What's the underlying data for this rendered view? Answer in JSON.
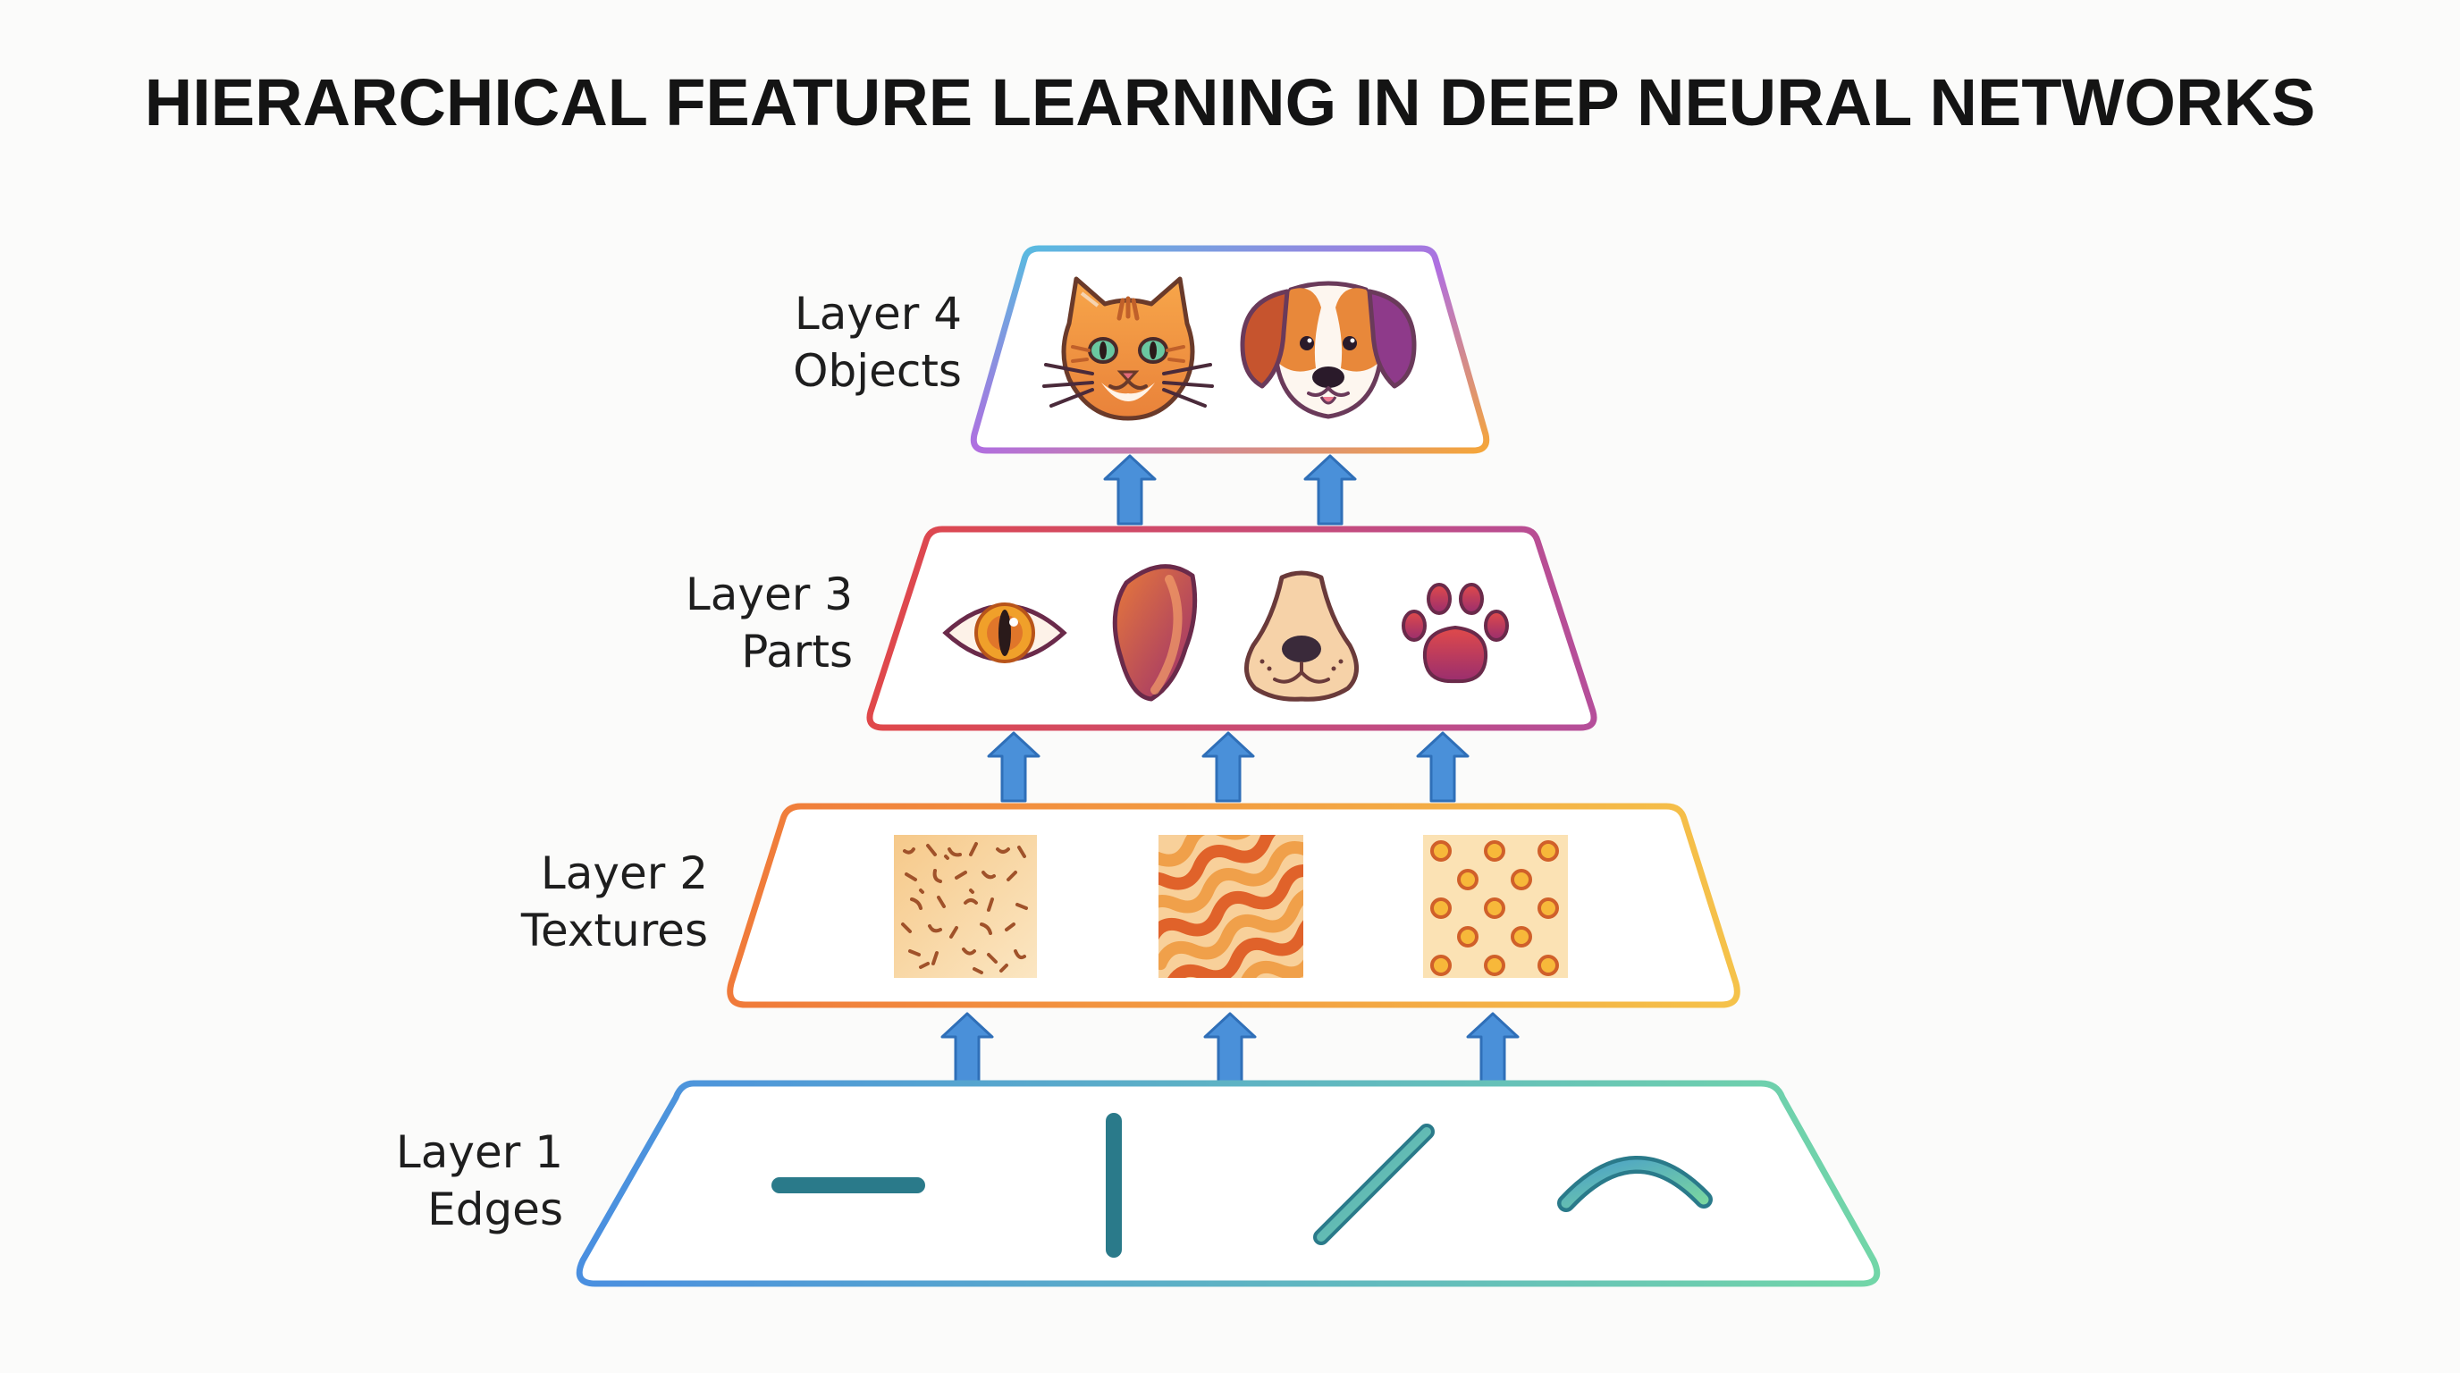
{
  "title": "HIERARCHICAL FEATURE LEARNING IN DEEP NEURAL NETWORKS",
  "layers": [
    {
      "label_line1": "Layer 4",
      "label_line2": "Objects",
      "items": [
        "cat-face-icon",
        "dog-face-icon"
      ]
    },
    {
      "label_line1": "Layer 3",
      "label_line2": "Parts",
      "items": [
        "eye-icon",
        "ear-icon",
        "snout-icon",
        "paw-icon"
      ]
    },
    {
      "label_line1": "Layer 2",
      "label_line2": "Textures",
      "items": [
        "fur-texture",
        "wave-texture",
        "dot-texture"
      ]
    },
    {
      "label_line1": "Layer 1",
      "label_line2": "Edges",
      "items": [
        "horizontal-edge",
        "vertical-edge",
        "diagonal-edge",
        "curved-edge"
      ]
    }
  ],
  "colors": {
    "arrow": "#4a90d9",
    "arrow_dark": "#2f6fb8",
    "edge_stroke": "#2a8a8a",
    "edge_fill": "#6cc4a8"
  }
}
